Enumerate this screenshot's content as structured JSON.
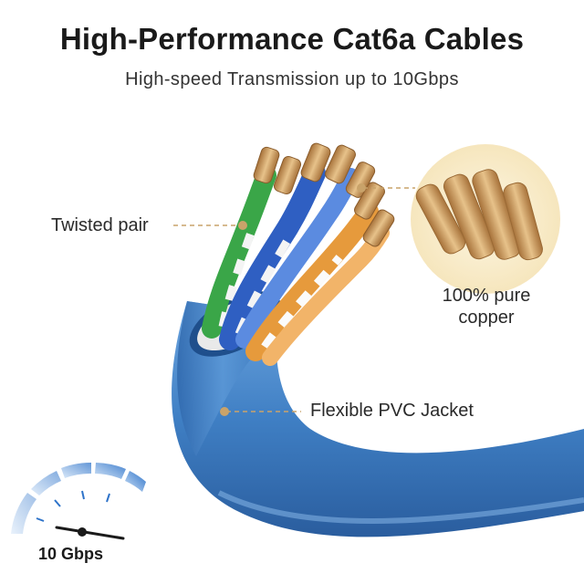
{
  "header": {
    "title": "High-Performance Cat6a Cables",
    "subtitle": "High-speed Transmission up to 10Gbps"
  },
  "callouts": {
    "twisted_pair": "Twisted pair",
    "pure_copper_line1": "100% pure",
    "pure_copper_line2": "copper",
    "jacket": "Flexible PVC Jacket"
  },
  "speed_badge": {
    "label": "10 Gbps",
    "icon": "speedometer-icon"
  },
  "colors": {
    "jacket_blue": "#3f7fc4",
    "accent_gold": "#c9a36a",
    "copper": "#c99a5b",
    "copper_circle_bg": "#fbf1d8",
    "wire_green": "#3aa648",
    "wire_blue": "#2f5fc2",
    "wire_orange": "#e69a3c"
  }
}
